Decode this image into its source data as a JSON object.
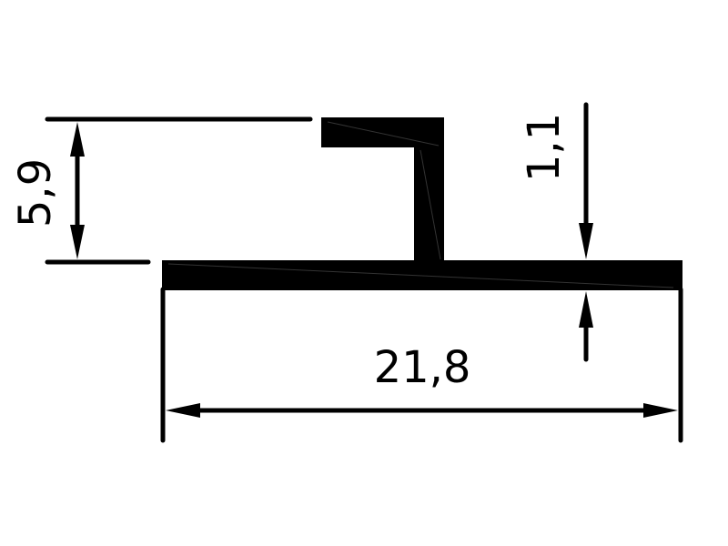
{
  "dimensions": {
    "height_label": "5,9",
    "thickness_label": "1,1",
    "width_label": "21,8"
  },
  "colors": {
    "ink": "#000000",
    "background": "#ffffff"
  }
}
